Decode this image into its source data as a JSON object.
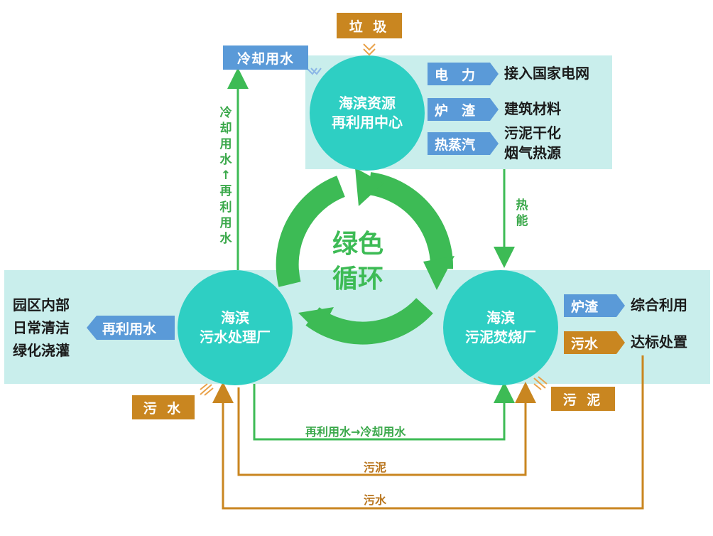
{
  "top_node": {
    "title_line1": "海滨资源",
    "title_line2": "再利用中心",
    "input_tag": "垃 圾",
    "cooling_tag": "冷却用水",
    "outputs": [
      {
        "tag": "电　力",
        "text": "接入国家电网"
      },
      {
        "tag": "炉　渣",
        "text": "建筑材料"
      },
      {
        "tag": "热蒸汽",
        "text_line1": "污泥干化",
        "text_line2": "烟气热源"
      }
    ]
  },
  "left_node": {
    "title_line1": "海滨",
    "title_line2": "污水处理厂",
    "reuse_tag": "再利用水",
    "reuse_targets": [
      "园区内部",
      "日常清洁",
      "绿化浇灌"
    ],
    "input_tag": "污 水",
    "vertical_label": "冷却用水↑再利用水"
  },
  "right_node": {
    "title_line1": "海滨",
    "title_line2": "污泥焚烧厂",
    "outputs": [
      {
        "tag": "炉渣",
        "text": "综合利用"
      },
      {
        "tag": "污水",
        "text": "达标处置"
      }
    ],
    "input_tag": "污 泥",
    "heat_label": "热能"
  },
  "center": {
    "line1": "绿色",
    "line2": "循环"
  },
  "bottom_flows": {
    "green_label": "再利用水→冷却用水",
    "sludge_label": "污泥",
    "sewage_label": "污水"
  },
  "colors": {
    "teal": "#2ecfc3",
    "panel": "#c9eeec",
    "green": "#3dbb55",
    "brown": "#c98620",
    "blue": "#5a9ad8"
  }
}
